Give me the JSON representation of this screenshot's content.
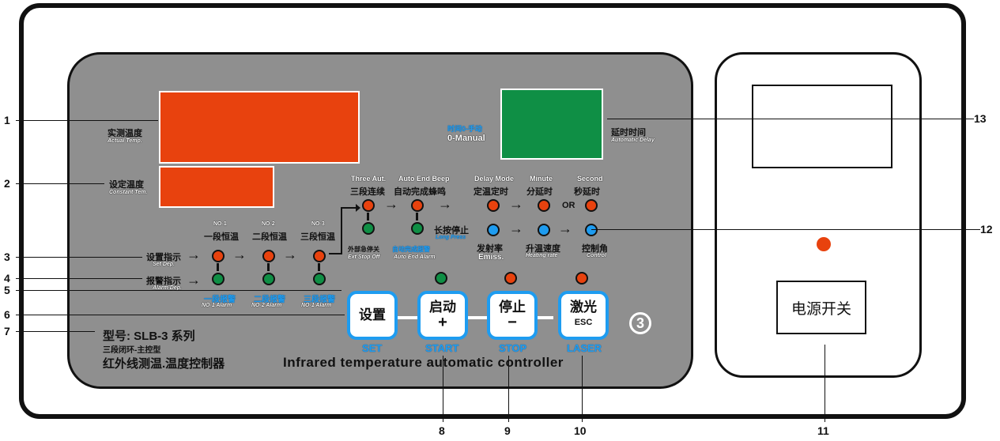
{
  "display": {
    "actual_temp_zh": "实测温度",
    "actual_temp_en": "Actual Temp.",
    "set_temp_zh": "设定温度",
    "set_temp_en": "Constant Tem.",
    "delay_zh": "延时时间",
    "delay_en": "Automatic Delay",
    "manual_zh": "时间0-手动",
    "manual_en": "0-Manual"
  },
  "rows": {
    "set_ind_zh": "设置指示",
    "set_ind_en": "Set Dep.",
    "alarm_ind_zh": "报警指示",
    "alarm_ind_en": "Alarm Dep."
  },
  "stages": [
    {
      "no": "NO-1",
      "zh": "一段恒温",
      "alarm_zh": "一段报警",
      "alarm_en": "NO-1 Alarm"
    },
    {
      "no": "NO-2",
      "zh": "二段恒温",
      "alarm_zh": "二段报警",
      "alarm_en": "NO-2 Alarm"
    },
    {
      "no": "NO-3",
      "zh": "三段恒温",
      "alarm_zh": "三段报警",
      "alarm_en": "NO-1 Alarm"
    }
  ],
  "modes": {
    "three_auto_en": "Three Aut.",
    "three_auto_zh": "三段连续",
    "auto_beep_en": "Auto End Beep",
    "auto_beep_zh": "自动完成蜂鸣",
    "delay_mode_en": "Delay Mode",
    "delay_mode_zh": "定温定时",
    "minute_en": "Minute",
    "minute_zh": "分延时",
    "second_en": "Second",
    "second_zh": "秒延时",
    "or": "OR",
    "ext_stop_zh": "外部急停关",
    "ext_stop_en": "Ext Stop Off",
    "auto_alarm_zh": "自动完成报警",
    "auto_alarm_en": "Auto End Alarm",
    "long_press_zh": "长按停止",
    "long_press_en": "Long Press",
    "emiss_zh": "发射率",
    "emiss_en": "Emiss.",
    "heating_zh": "升温速度",
    "heating_en": "Heating rate",
    "control_zh": "控制角",
    "control_en": "Control"
  },
  "buttons": [
    {
      "zh": "设置",
      "sym": "",
      "label": "SET"
    },
    {
      "zh": "启动",
      "sym": "+",
      "label": "START"
    },
    {
      "zh": "停止",
      "sym": "−",
      "label": "STOP"
    },
    {
      "zh": "激光",
      "sym": "ESC",
      "label": "LASER"
    }
  ],
  "model": {
    "model_text": "型号: SLB-3 系列",
    "subtype": "三段闭环-主控型",
    "title_zh": "红外线测温.温度控制器",
    "title_en": "Infrared temperature automatic controller",
    "badge": "3"
  },
  "power_switch": "电源开关",
  "callouts": [
    "1",
    "2",
    "3",
    "4",
    "5",
    "6",
    "7",
    "8",
    "9",
    "10",
    "11",
    "12",
    "13"
  ],
  "colors": {
    "red": "#e8420e",
    "green": "#0f8f45",
    "blue": "#1e9cf0",
    "panel": "#8f8f8f"
  }
}
